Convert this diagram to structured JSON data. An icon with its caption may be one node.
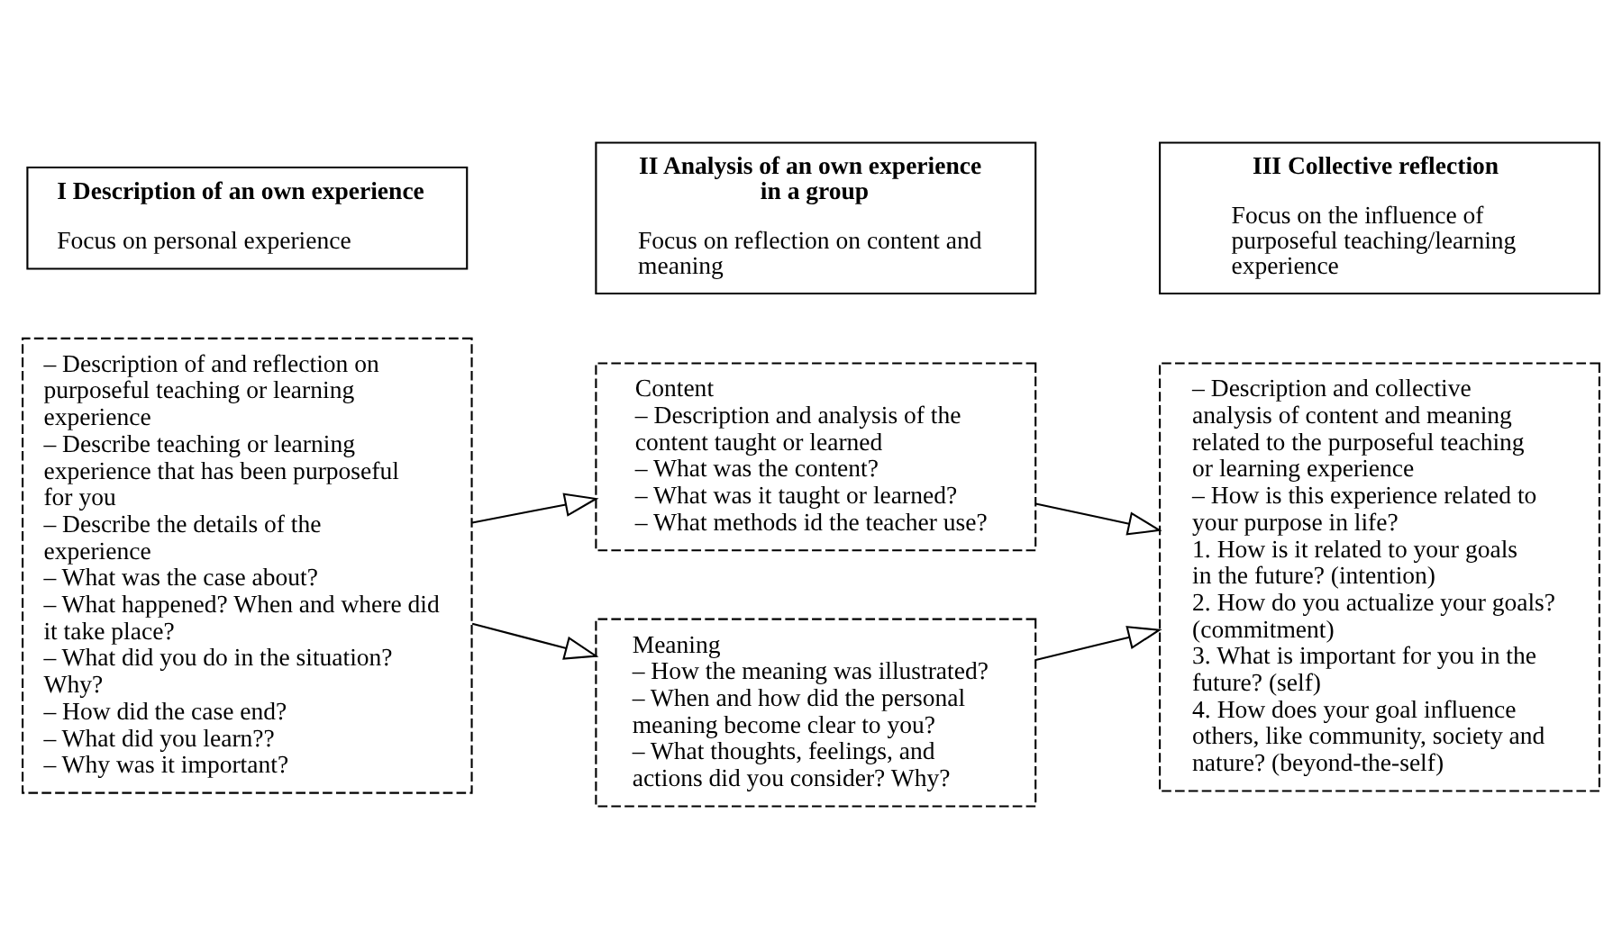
{
  "diagram": {
    "nodes": [
      {
        "text": [
          "I Description of an own experience",
          "Focus on personal experience"
        ]
      },
      {
        "text": [
          "II Analysis of an own experience in a group",
          "Focus on reflection on content and meaning"
        ]
      },
      {
        "text": [
          "III Collective reflection",
          "Focus on the influence of purposeful teaching/learning experience"
        ]
      },
      {
        "text": [
          "– Description of and reflection on purposeful teaching or learning experience",
          "– Describe teaching or learning experience that has been purposeful for you",
          "– Describe the details of the experience",
          "– What was the case about?",
          "– What happened? When and where did it take place?",
          "– What did you do in the situation? Why?",
          "– How did the case end?",
          "– What did you learn??",
          "– Why was it important?"
        ]
      },
      {
        "text": [
          "Content",
          "– Description and analysis of the content taught or learned",
          "– What was the content?",
          "– What was it taught or learned?",
          "– What methods id the teacher use?"
        ]
      },
      {
        "text": [
          "Meaning",
          "– How the meaning was illustrated?",
          "– When and how did the personal meaning become clear to you?",
          "– What thoughts, feelings, and actions did you consider? Why?"
        ]
      },
      {
        "text": [
          "– Description and collective analysis of content and meaning related to the purposeful teaching or learning experience",
          "– How is this experience related to your purpose in life?",
          "1. How is it related to your goals in the future? (intention)",
          "2. How do you actualize your goals? (commitment)",
          "3. What is important for you in the future? (self)",
          "4. How does your goal influence others, like community, society and nature? (beyond-the-self)"
        ]
      }
    ],
    "edges": [
      {
        "from": 3,
        "to": 4,
        "arrow": "to"
      },
      {
        "from": 3,
        "to": 5,
        "arrow": "to"
      },
      {
        "from": 4,
        "to": 6,
        "arrow": "to"
      },
      {
        "from": 5,
        "to": 6,
        "arrow": "to"
      }
    ]
  }
}
